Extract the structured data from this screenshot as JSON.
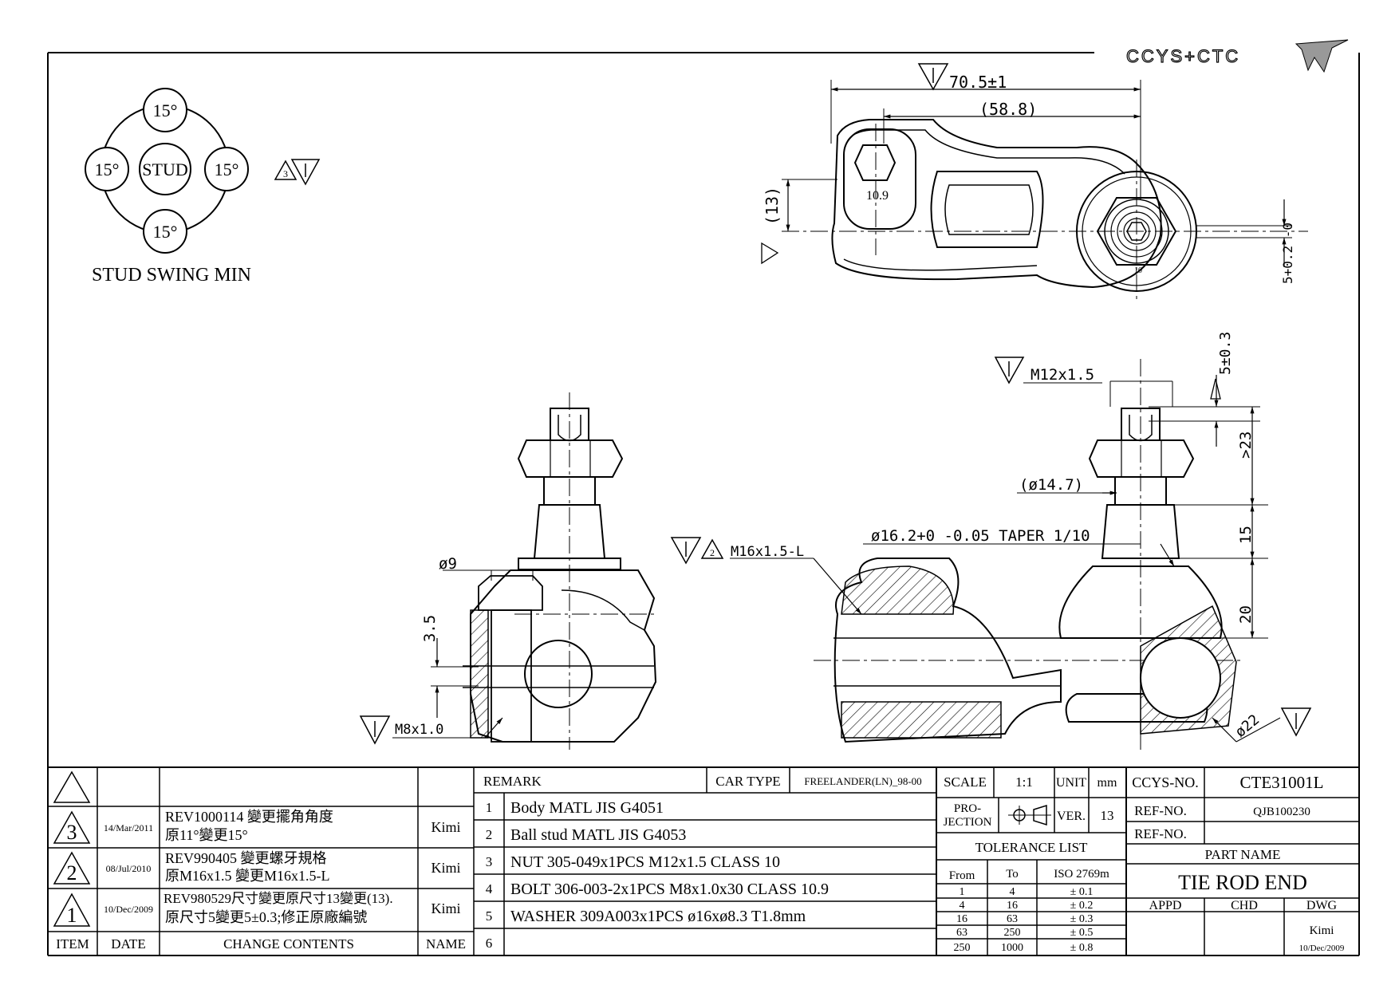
{
  "logo": {
    "text": "CCYS+CTC"
  },
  "swing": {
    "caption": "STUD SWING MIN",
    "center_label": "STUD",
    "angles": [
      "15°",
      "15°",
      "15°",
      "15°"
    ],
    "rev_mark": "3"
  },
  "dimensions": {
    "top_overall": "70.5±1",
    "top_inner": "(58.8)",
    "top_height": "(13)",
    "bolt_grade": "10.9",
    "nut_grade": "10",
    "thickness": "5+0.2 -0",
    "thread_stud": "M12x1.5",
    "dim_5": "5±0.3",
    "dim_23": ">23",
    "dia_147": "(ø14.7)",
    "taper": "ø16.2+0 -0.05  TAPER 1/10",
    "dim_15": "15",
    "dim_20": "20",
    "thread_body": "M16x1.5-L",
    "thread_body_rev": "2",
    "dia_9": "ø9",
    "dim_35": "3.5",
    "thread_bolt": "M8x1.0",
    "dia_22": "ø22"
  },
  "revisions": [
    {
      "mark": "3",
      "date": "14/Mar/2011",
      "line1": "REV1000114 變更擺角角度",
      "line2": "原11°變更15°",
      "name": "Kimi"
    },
    {
      "mark": "2",
      "date": "08/Jul/2010",
      "line1": "REV990405 變更螺牙規格",
      "line2": "原M16x1.5 變更M16x1.5-L",
      "name": "Kimi"
    },
    {
      "mark": "1",
      "date": "10/Dec/2009",
      "line1": "REV980529尺寸變更原尺寸13變更(13).",
      "line2": "原尺寸5變更5±0.3;修正原廠編號",
      "name": "Kimi"
    }
  ],
  "rev_headers": {
    "item": "ITEM",
    "date": "DATE",
    "change": "CHANGE CONTENTS",
    "name": "NAME"
  },
  "remark": {
    "label": "REMARK",
    "car_type_label": "CAR TYPE",
    "car_type": "FREELANDER(LN)_98-00",
    "items": [
      {
        "no": "1",
        "text": "Body MATL JIS G4051"
      },
      {
        "no": "2",
        "text": "Ball stud MATL JIS G4053"
      },
      {
        "no": "3",
        "text": "NUT 305-049x1PCS M12x1.5 CLASS 10"
      },
      {
        "no": "4",
        "text": "BOLT 306-003-2x1PCS M8x1.0x30 CLASS 10.9"
      },
      {
        "no": "5",
        "text": "WASHER 309A003x1PCS ø16xø8.3 T1.8mm"
      },
      {
        "no": "6",
        "text": ""
      }
    ]
  },
  "scale": {
    "label": "SCALE",
    "value": "1:1",
    "unit_label": "UNIT",
    "unit": "mm"
  },
  "projection": {
    "label1": "PRO-",
    "label2": "JECTION",
    "ver_label": "VER.",
    "ver": "13"
  },
  "tolerance": {
    "title": "TOLERANCE LIST",
    "headers": [
      "From",
      "To",
      "ISO 2769m"
    ],
    "rows": [
      [
        "1",
        "4",
        "± 0.1"
      ],
      [
        "4",
        "16",
        "± 0.2"
      ],
      [
        "16",
        "63",
        "± 0.3"
      ],
      [
        "63",
        "250",
        "± 0.5"
      ],
      [
        "250",
        "1000",
        "± 0.8"
      ]
    ]
  },
  "title_block": {
    "ccys_label": "CCYS-NO.",
    "ccys_no": "CTE31001L",
    "ref_label": "REF-NO.",
    "ref_no": "QJB100230",
    "ref_label2": "REF-NO.",
    "ref_no2": "",
    "part_name_label": "PART NAME",
    "part_name": "TIE ROD END",
    "appd": "APPD",
    "chd": "CHD",
    "dwg": "DWG",
    "drawer": "Kimi",
    "drawn_date": "10/Dec/2009"
  }
}
